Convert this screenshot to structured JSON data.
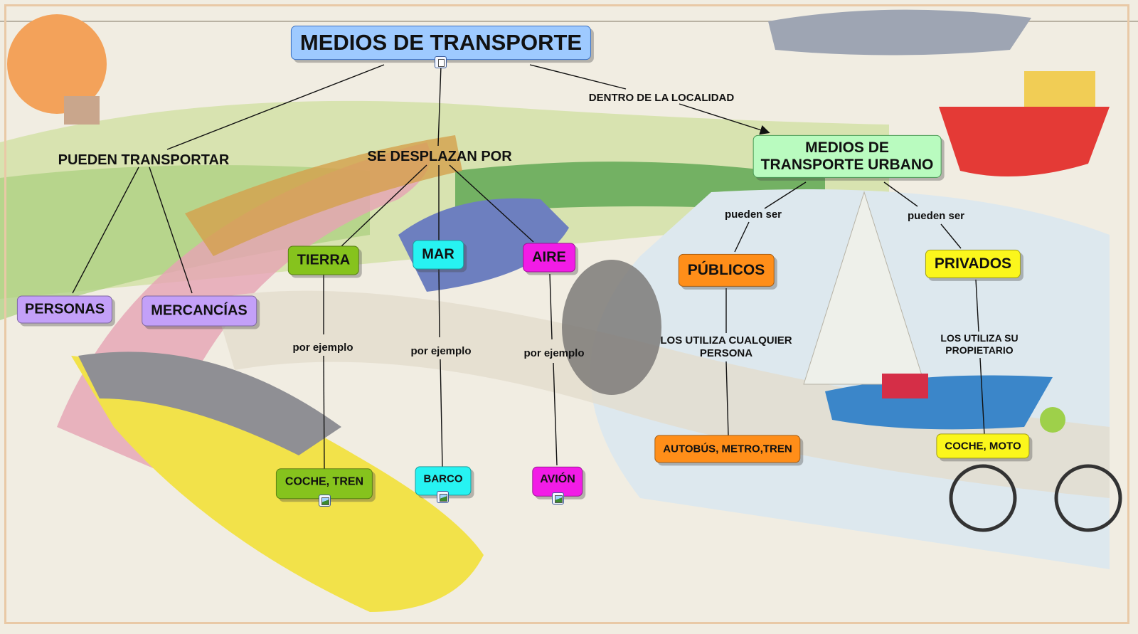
{
  "colors": {
    "root": "#9ecaff",
    "urban": "#b9fbbf",
    "purple": "#c3a0f8",
    "green": "#86c31d",
    "cyan": "#27f3f2",
    "magenta": "#f21ce6",
    "orange": "#ff8e19",
    "yellow": "#fbf61c",
    "line": "#111111"
  },
  "nodes": {
    "root": "MEDIOS DE TRANSPORTE",
    "urban_line1": "MEDIOS DE",
    "urban_line2": "TRANSPORTE URBANO",
    "personas": "PERSONAS",
    "mercancias": "MERCANCÍAS",
    "tierra": "TIERRA",
    "mar": "MAR",
    "aire": "AIRE",
    "publicos": "PÚBLICOS",
    "privados": "PRIVADOS",
    "coche_tren": "COCHE, TREN",
    "barco": "BARCO",
    "avion": "AVIÓN",
    "autobus": "AUTOBÚS, METRO,TREN",
    "coche_moto": "COCHE, MOTO"
  },
  "links": {
    "pueden_transportar": "PUEDEN TRANSPORTAR",
    "se_desplazan_por": "SE DESPLAZAN POR",
    "dentro_localidad": "DENTRO DE LA LOCALIDAD",
    "pueden_ser_1": "pueden ser",
    "pueden_ser_2": "pueden ser",
    "por_ejemplo_tierra": "por ejemplo",
    "por_ejemplo_mar": "por ejemplo",
    "por_ejemplo_aire": "por ejemplo",
    "utiliza_publico_1": "LOS UTILIZA CUALQUIER",
    "utiliza_publico_2": "PERSONA",
    "utiliza_privado_1": "LOS UTILIZA SU",
    "utiliza_privado_2": "PROPIETARIO"
  }
}
